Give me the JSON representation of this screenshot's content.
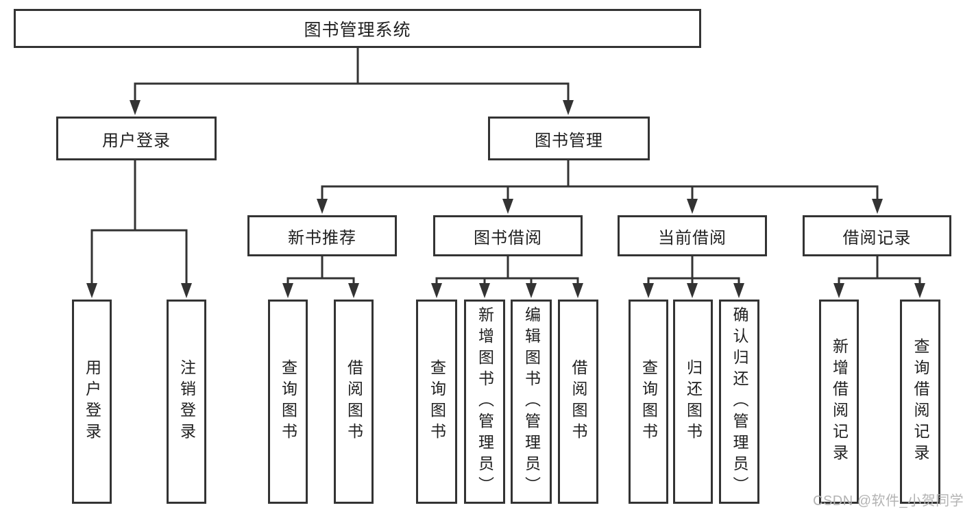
{
  "diagram": {
    "root": {
      "label": "图书管理系统"
    },
    "level2": {
      "user_login": {
        "label": "用户登录"
      },
      "book_mgmt": {
        "label": "图书管理"
      }
    },
    "level3": {
      "new_book": {
        "label": "新书推荐"
      },
      "book_borrow": {
        "label": "图书借阅"
      },
      "current_borrow": {
        "label": "当前借阅"
      },
      "borrow_record": {
        "label": "借阅记录"
      }
    },
    "leaves": {
      "user_login": [
        "用户登录",
        "注销登录"
      ],
      "new_book": [
        "查询图书",
        "借阅图书"
      ],
      "book_borrow": [
        "查询图书",
        "新增图书（管理员）",
        "编辑图书（管理员）",
        "借阅图书"
      ],
      "current_borrow": [
        "查询图书",
        "归还图书",
        "确认归还（管理员）"
      ],
      "borrow_record": [
        "新增借阅记录",
        "查询借阅记录"
      ]
    },
    "watermark": "CSDN @软件_小贺同学",
    "colors": {
      "line": "#333333",
      "text": "#1f1f1f",
      "watermark": "#b3b3b3",
      "background": "#ffffff"
    }
  }
}
